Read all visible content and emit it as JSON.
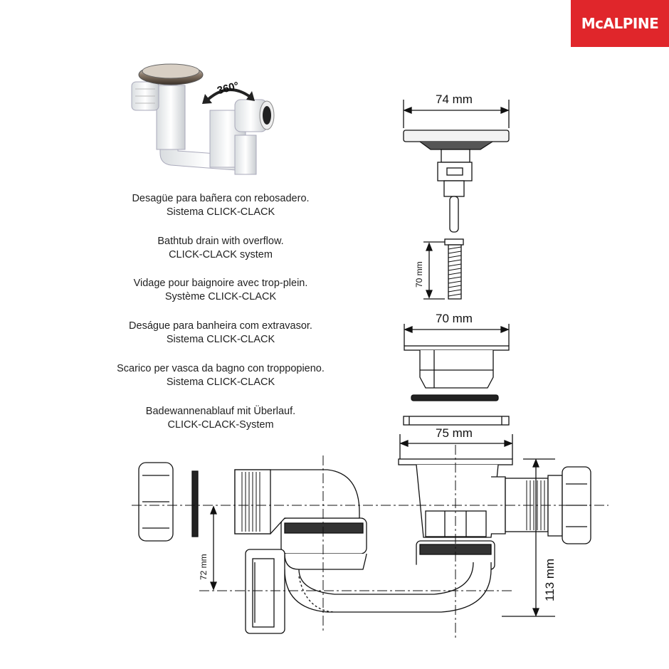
{
  "brand": {
    "logo_text": "McALPINE",
    "color": "#e0262b"
  },
  "photo": {
    "rotation_label": "360°"
  },
  "descriptions": [
    {
      "line1": "Desagüe para bañera con rebosadero.",
      "line2": "Sistema CLICK-CLACK"
    },
    {
      "line1": "Bathtub drain with overflow.",
      "line2": "CLICK-CLACK system"
    },
    {
      "line1": "Vidage pour baignoire avec trop-plein.",
      "line2": "Système CLICK-CLACK"
    },
    {
      "line1": "Deságue para banheira com extravasor.",
      "line2": "Sistema CLICK-CLACK"
    },
    {
      "line1": "Scarico per vasca da bagno con troppopieno.",
      "line2": "Sistema CLICK-CLACK"
    },
    {
      "line1": "Badewannenablauf mit Überlauf.",
      "line2": "CLICK-CLACK-System"
    }
  ],
  "dimensions": {
    "cap_width": "74  mm",
    "screw_length": "70 mm",
    "body_width": "70  mm",
    "flange_width": "75  mm",
    "left_height": "72 mm",
    "right_height": "113 mm"
  }
}
